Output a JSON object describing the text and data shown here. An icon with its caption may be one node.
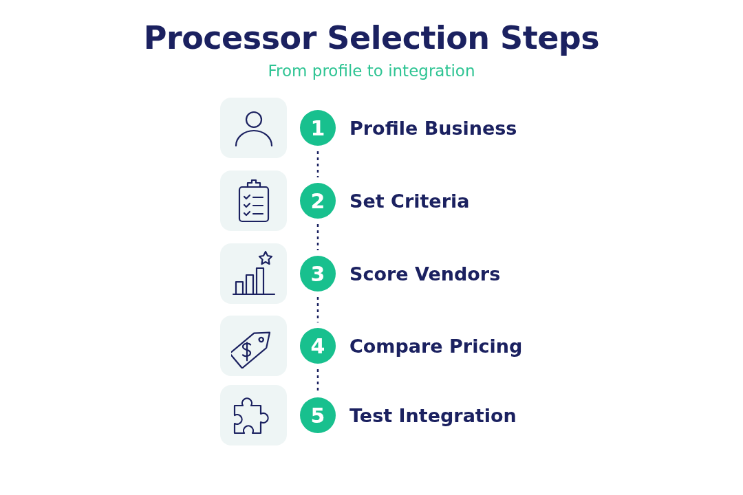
{
  "diagram": {
    "title": "Processor Selection Steps",
    "caption": "From profile to integration",
    "nodes": [
      {
        "text": [
          "1"
        ],
        "beside": [
          "Profile Business"
        ]
      },
      {
        "text": [
          "2"
        ],
        "beside": [
          "Set Criteria"
        ]
      },
      {
        "text": [
          "3"
        ],
        "beside": [
          "Score Vendors"
        ]
      },
      {
        "text": [
          "4"
        ],
        "beside": [
          "Compare Pricing"
        ]
      },
      {
        "text": [
          "5"
        ],
        "beside": [
          "Test Integration"
        ]
      }
    ],
    "edges": [
      {
        "from": 0,
        "to": 1,
        "arrow": "none",
        "style": "dashed"
      },
      {
        "from": 1,
        "to": 2,
        "arrow": "none",
        "style": "dashed"
      },
      {
        "from": 2,
        "to": 3,
        "arrow": "none",
        "style": "dashed"
      },
      {
        "from": 3,
        "to": 4,
        "arrow": "none",
        "style": "dashed"
      }
    ]
  }
}
